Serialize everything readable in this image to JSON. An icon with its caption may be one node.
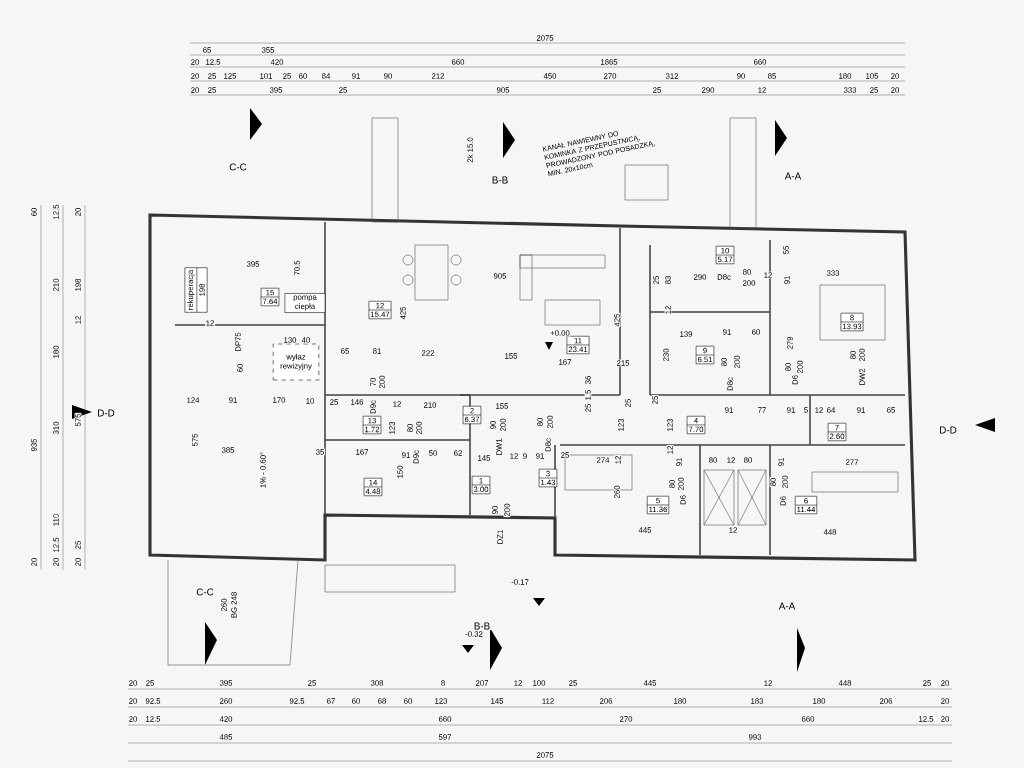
{
  "diagram": {
    "nodes": [
      {
        "text": [
          "rekuperacja",
          "198"
        ]
      },
      {
        "text": [
          "15",
          "7.64"
        ]
      },
      {
        "text": [
          "pompa ciepła"
        ]
      },
      {
        "text": [
          "12",
          "15.47"
        ]
      },
      {
        "text": [
          "11",
          "23.41"
        ]
      },
      {
        "text": [
          "10",
          "5.17"
        ]
      },
      {
        "text": [
          "8",
          "13.93"
        ]
      },
      {
        "text": [
          "wyłaz rewizyjny"
        ]
      },
      {
        "text": [
          "9",
          "6.51"
        ]
      },
      {
        "text": [
          "2",
          "6.37"
        ]
      },
      {
        "text": [
          "4",
          "7.70"
        ]
      },
      {
        "text": [
          "13",
          "1.72"
        ]
      },
      {
        "text": [
          "7",
          "2.60"
        ]
      },
      {
        "text": [
          "3",
          "1.43"
        ]
      },
      {
        "text": [
          "1",
          "3.00"
        ]
      },
      {
        "text": [
          "14",
          "4.48"
        ]
      },
      {
        "text": [
          "5",
          "11.36"
        ]
      },
      {
        "text": [
          "6",
          "11.44"
        ]
      }
    ],
    "labels": [
      "2075",
      "65",
      "355",
      "20",
      "12.5",
      "420",
      "660",
      "1865",
      "660",
      "20",
      "25",
      "125",
      "101",
      "25",
      "60",
      "84",
      "91",
      "90",
      "212",
      "450",
      "270",
      "312",
      "90",
      "85",
      "180",
      "105",
      "20",
      "20",
      "25",
      "395",
      "25",
      "905",
      "25",
      "290",
      "12",
      "333",
      "25",
      "20",
      "20",
      "25",
      "395",
      "25",
      "308",
      "8",
      "207",
      "12",
      "100",
      "25",
      "445",
      "12",
      "448",
      "25",
      "20",
      "20",
      "92.5",
      "260",
      "92.5",
      "67",
      "60",
      "68",
      "60",
      "123",
      "145",
      "112",
      "206",
      "180",
      "183",
      "180",
      "206",
      "20",
      "20",
      "12.5",
      "420",
      "660",
      "270",
      "660",
      "12.5",
      "20",
      "485",
      "597",
      "993",
      "2075",
      "935",
      "210",
      "180",
      "310",
      "110",
      "198",
      "12",
      "575",
      "60",
      "12.5",
      "20",
      "12.5",
      "20",
      "20",
      "25",
      "20",
      "C-C",
      "C-C",
      "260",
      "BG 248",
      "B-B",
      "B-B",
      "A-A",
      "A-A",
      "D-D",
      "D-D",
      "2k 15.0",
      "KANAŁ NAWIEWNY DO KOMINKA Z PRZEPUSTNICĄ, PROWADZONY POD POSADZKĄ, MIN. 20x10cm",
      "-0.17",
      "-0.32",
      "395",
      "70.5",
      "12",
      "130",
      "40",
      "60",
      "65",
      "81",
      "222",
      "425",
      "70",
      "200",
      "124",
      "91",
      "170",
      "10",
      "25",
      "146",
      "12",
      "210",
      "575",
      "385",
      "35",
      "167",
      "123",
      "80",
      "200",
      "91",
      "50",
      "62",
      "150",
      "1% - 0.60°",
      "905",
      "+0.00",
      "155",
      "167",
      "215",
      "425",
      "155",
      "36",
      "1.5",
      "25",
      "25",
      "123",
      "123",
      "25",
      "230",
      "139",
      "91",
      "60",
      "25",
      "83",
      "12",
      "290",
      "80",
      "200",
      "12",
      "55",
      "91",
      "333",
      "80",
      "200",
      "279",
      "80",
      "200",
      "80",
      "200",
      "91",
      "77",
      "91",
      "5",
      "12",
      "64",
      "91",
      "65",
      "90",
      "200",
      "80",
      "200",
      "145",
      "12",
      "9",
      "91",
      "25",
      "274",
      "12",
      "12",
      "91",
      "80",
      "200",
      "80",
      "12",
      "80",
      "91",
      "80",
      "200",
      "277",
      "260",
      "445",
      "12",
      "448",
      "90",
      "200",
      "D8c",
      "D8c",
      "D6",
      "DW2",
      "DW1",
      "D8c",
      "D6",
      "D6",
      "DZ1",
      "D9c",
      "D9c",
      "DP75"
    ]
  }
}
